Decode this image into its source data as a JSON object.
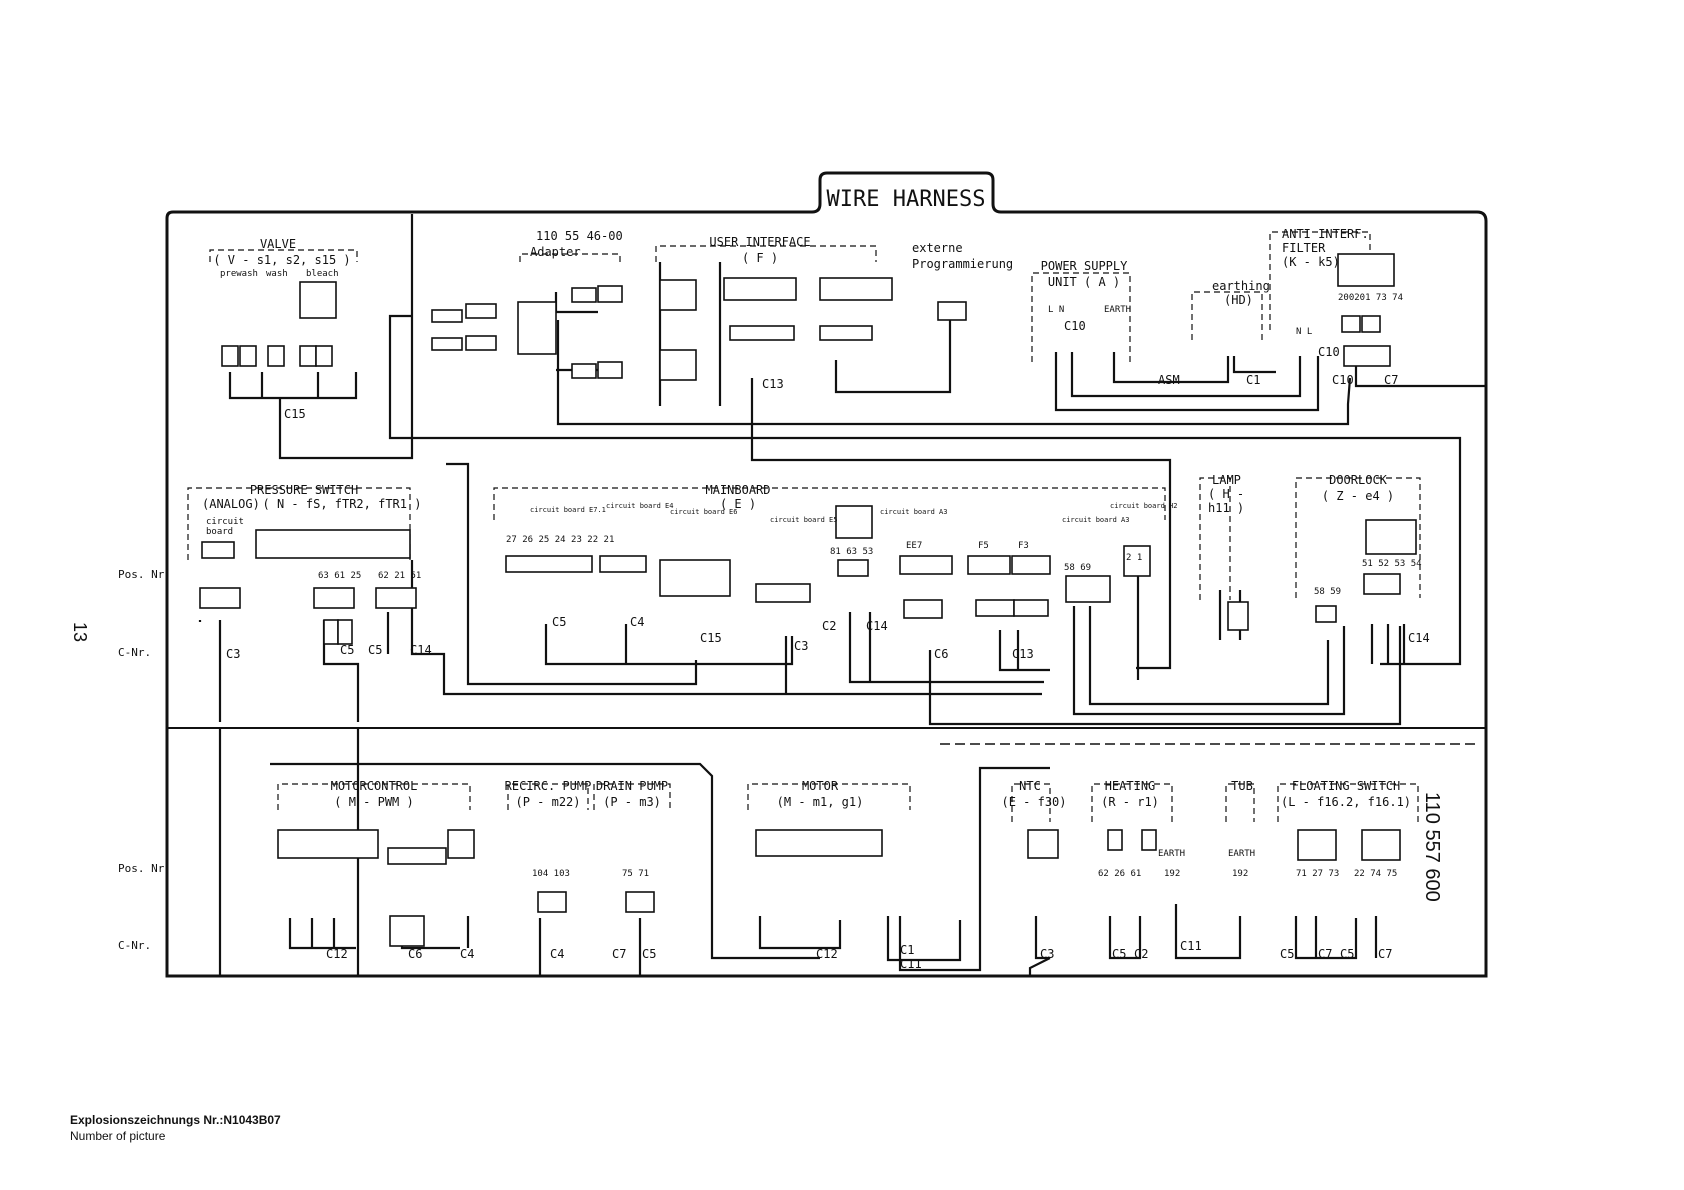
{
  "title": "WIRE HARNESS",
  "part_number": "110 557 600",
  "page_number": "13",
  "row_labels": {
    "pos": "Pos. Nr.",
    "cnr": "C-Nr."
  },
  "footer": {
    "line1": "Explosionszeichnungs  Nr.:N1043B07",
    "line2": "Number of picture"
  },
  "labels": [
    {
      "id": "valve",
      "text": "VALVE"
    },
    {
      "id": "valve-sub",
      "text": "( V - s1, s2, s15 )"
    },
    {
      "id": "valve-prewash",
      "text": "prewash"
    },
    {
      "id": "valve-wash",
      "text": "wash"
    },
    {
      "id": "valve-bleach",
      "text": "bleach"
    },
    {
      "id": "adapter-num",
      "text": "110 55 46-00"
    },
    {
      "id": "adapter",
      "text": "Adapter"
    },
    {
      "id": "ui",
      "text": "USER INTERFACE"
    },
    {
      "id": "ui-sub",
      "text": "( F )"
    },
    {
      "id": "ext1",
      "text": "externe"
    },
    {
      "id": "ext2",
      "text": "Programmierung"
    },
    {
      "id": "ps",
      "text": "POWER SUPPLY"
    },
    {
      "id": "ps-sub",
      "text": "UNIT ( A )"
    },
    {
      "id": "ps-earth",
      "text": "EARTH"
    },
    {
      "id": "ps-ln",
      "text": "L  N"
    },
    {
      "id": "earthing",
      "text": "earthing"
    },
    {
      "id": "earthing-sub",
      "text": "(HD)"
    },
    {
      "id": "filter1",
      "text": "ANTI INTERF."
    },
    {
      "id": "filter2",
      "text": "FILTER"
    },
    {
      "id": "filter3",
      "text": "(K - k5)"
    },
    {
      "id": "filter-nums",
      "text": "200201 73 74"
    },
    {
      "id": "filter-nl",
      "text": "N  L"
    },
    {
      "id": "asm",
      "text": "ASM"
    },
    {
      "id": "c1-top",
      "text": "C1"
    },
    {
      "id": "c10-a",
      "text": "C10"
    },
    {
      "id": "c10-b",
      "text": "C10"
    },
    {
      "id": "c10-c",
      "text": "C10"
    },
    {
      "id": "c7-top",
      "text": "C7"
    },
    {
      "id": "c13-top",
      "text": "C13"
    },
    {
      "id": "c15-top",
      "text": "C15"
    },
    {
      "id": "pressure",
      "text": "PRESSURE SWITCH"
    },
    {
      "id": "pressure-sub",
      "text": "( N - fS, fTR2, fTR1 )"
    },
    {
      "id": "analog",
      "text": "(ANALOG)"
    },
    {
      "id": "cb1",
      "text": "circuit"
    },
    {
      "id": "cb2",
      "text": "board"
    },
    {
      "id": "ps-nums1",
      "text": "63 61 25"
    },
    {
      "id": "ps-nums2",
      "text": "62 21 51"
    },
    {
      "id": "mainboard",
      "text": "MAINBOARD"
    },
    {
      "id": "mainboard-sub",
      "text": "( E )"
    },
    {
      "id": "e71",
      "text": "circuit board E7.1"
    },
    {
      "id": "e4",
      "text": "circuit board E4"
    },
    {
      "id": "e6",
      "text": "circuit board E6"
    },
    {
      "id": "e5",
      "text": "circuit board E5"
    },
    {
      "id": "a3",
      "text": "circuit board A3"
    },
    {
      "id": "a3b",
      "text": "circuit board A3"
    },
    {
      "id": "h2",
      "text": "circuit board H2"
    },
    {
      "id": "mb-nums",
      "text": "27 26 25 24 23 22 21"
    },
    {
      "id": "mb-nums2",
      "text": "81 63 53"
    },
    {
      "id": "ee7",
      "text": "EE7"
    },
    {
      "id": "f5",
      "text": "F5"
    },
    {
      "id": "f3",
      "text": "F3"
    },
    {
      "id": "n5869",
      "text": "58 69"
    },
    {
      "id": "n21",
      "text": "2 1"
    },
    {
      "id": "lamp",
      "text": "LAMP"
    },
    {
      "id": "lamp-sub",
      "text": "( H -"
    },
    {
      "id": "lamp-sub2",
      "text": "h11 )"
    },
    {
      "id": "doorlock",
      "text": "DOORLOCK"
    },
    {
      "id": "doorlock-sub",
      "text": "( Z - e4 )"
    },
    {
      "id": "dl-nums",
      "text": "51 52 53 54"
    },
    {
      "id": "dl-nums2",
      "text": "58 59"
    },
    {
      "id": "c3-a",
      "text": "C3"
    },
    {
      "id": "c5-a",
      "text": "C5"
    },
    {
      "id": "c5-b",
      "text": "C5"
    },
    {
      "id": "c14-a",
      "text": "C14"
    },
    {
      "id": "c5-c",
      "text": "C5"
    },
    {
      "id": "c4-a",
      "text": "C4"
    },
    {
      "id": "c15-m",
      "text": "C15"
    },
    {
      "id": "c3-m",
      "text": "C3"
    },
    {
      "id": "c2-m",
      "text": "C2"
    },
    {
      "id": "c14-m",
      "text": "C14"
    },
    {
      "id": "c6-m",
      "text": "C6"
    },
    {
      "id": "c13-m",
      "text": "C13"
    },
    {
      "id": "c14-dl",
      "text": "C14"
    },
    {
      "id": "motorcontrol",
      "text": "MOTORCONTROL"
    },
    {
      "id": "motorcontrol-sub",
      "text": "( M - PWM )"
    },
    {
      "id": "recirc",
      "text": "RECIRC. PUMP"
    },
    {
      "id": "recirc-sub",
      "text": "(P - m22)"
    },
    {
      "id": "drain",
      "text": "DRAIN PUMP"
    },
    {
      "id": "drain-sub",
      "text": "(P - m3)"
    },
    {
      "id": "motor",
      "text": "MOTOR"
    },
    {
      "id": "motor-sub",
      "text": "(M - m1, g1)"
    },
    {
      "id": "ntc",
      "text": "NTC"
    },
    {
      "id": "ntc-sub",
      "text": "(E - f30)"
    },
    {
      "id": "heating",
      "text": "HEATING"
    },
    {
      "id": "heating-sub",
      "text": "(R - r1)"
    },
    {
      "id": "tub",
      "text": "TUB"
    },
    {
      "id": "floating",
      "text": "FLOATING SWITCH"
    },
    {
      "id": "floating-sub",
      "text": "(L - f16.2, f16.1)"
    },
    {
      "id": "earth-b1",
      "text": "EARTH"
    },
    {
      "id": "earth-b2",
      "text": "EARTH"
    },
    {
      "id": "n192a",
      "text": "192"
    },
    {
      "id": "n192b",
      "text": "192"
    },
    {
      "id": "n104",
      "text": "104 103"
    },
    {
      "id": "n75",
      "text": "75 71"
    },
    {
      "id": "n71",
      "text": "71 27 73"
    },
    {
      "id": "n22",
      "text": "22 74 75"
    },
    {
      "id": "n6261",
      "text": "62 26   61"
    },
    {
      "id": "c12-a",
      "text": "C12"
    },
    {
      "id": "c6-b",
      "text": "C6"
    },
    {
      "id": "c4-b",
      "text": "C4"
    },
    {
      "id": "c4-c",
      "text": "C4"
    },
    {
      "id": "c7-b",
      "text": "C7"
    },
    {
      "id": "c5-d",
      "text": "C5"
    },
    {
      "id": "c12-b",
      "text": "C12"
    },
    {
      "id": "c1-b",
      "text": "C1"
    },
    {
      "id": "c11-b",
      "text": "C11"
    },
    {
      "id": "c3-b",
      "text": "C3"
    },
    {
      "id": "c5-e",
      "text": "C5"
    },
    {
      "id": "c2-b",
      "text": "C2"
    },
    {
      "id": "c11-c",
      "text": "C11"
    },
    {
      "id": "c5-f",
      "text": "C5"
    },
    {
      "id": "c7-c",
      "text": "C7"
    },
    {
      "id": "c5-g",
      "text": "C5"
    },
    {
      "id": "c7-d",
      "text": "C7"
    }
  ]
}
